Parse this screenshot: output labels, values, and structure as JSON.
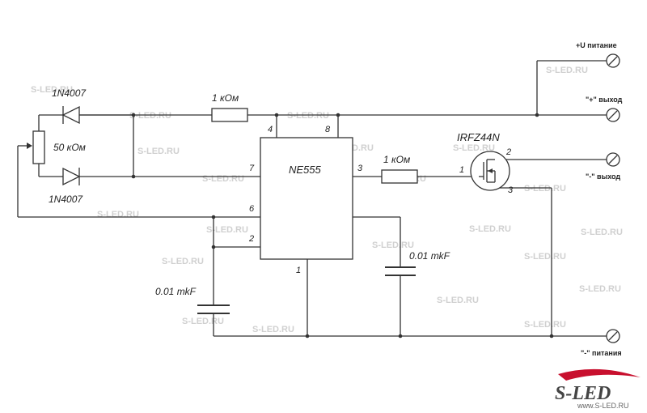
{
  "components": {
    "diode_top": "1N4007",
    "diode_bottom": "1N4007",
    "potentiometer": "50 кОм",
    "resistor_top": "1 кОм",
    "resistor_gate": "1 кОм",
    "timer_chip": "NE555",
    "mosfet": "IRFZ44N",
    "cap_timing": "0.01 mkF",
    "cap_control": "0.01 mkF"
  },
  "pins": {
    "p4": "4",
    "p8": "8",
    "p7": "7",
    "p3": "3",
    "p6": "6",
    "p2": "2",
    "p1": "1",
    "mosfet_gate": "1",
    "mosfet_drain": "2",
    "mosfet_source": "3"
  },
  "terminals": {
    "supply_plus": "+U питание",
    "output_plus": "\"+\" выход",
    "output_minus": "\"-\" выход",
    "supply_minus": "\"-\" питания"
  },
  "watermark": "S-LED.RU",
  "logo": {
    "brand": "S-LED",
    "url": "www.S-LED.RU"
  },
  "colors": {
    "wire": "#333333",
    "watermark": "#d0d0d0",
    "logo_red": "#c8102e",
    "logo_text": "#444444"
  }
}
